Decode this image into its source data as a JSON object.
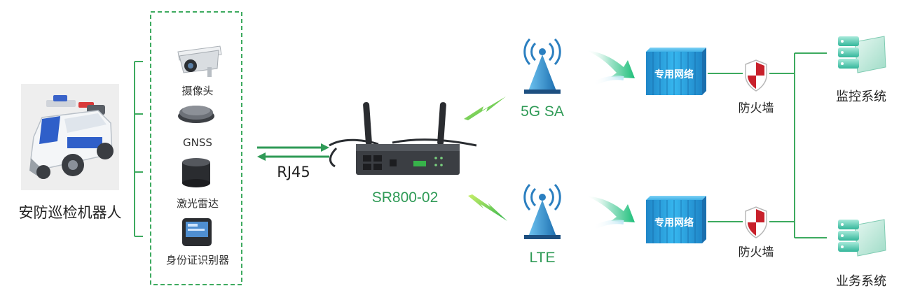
{
  "robot": {
    "label": "安防巡检机器人"
  },
  "devices": [
    {
      "label": "摄像头",
      "icon": "camera-icon"
    },
    {
      "label": "GNSS",
      "icon": "gnss-antenna-icon"
    },
    {
      "label": "激光雷达",
      "icon": "lidar-icon"
    },
    {
      "label": "身份证识别器",
      "icon": "id-card-reader-icon"
    }
  ],
  "link": {
    "label": "RJ45"
  },
  "router": {
    "model": "SR800-02"
  },
  "networks": [
    {
      "label": "5G SA",
      "icon": "cell-tower-icon"
    },
    {
      "label": "LTE",
      "icon": "cell-tower-icon"
    }
  ],
  "private_network": [
    {
      "label": "专用网络"
    },
    {
      "label": "专用网络"
    }
  ],
  "firewalls": [
    {
      "label": "防火墙",
      "icon": "shield-icon"
    },
    {
      "label": "防火墙",
      "icon": "shield-icon"
    }
  ],
  "systems": [
    {
      "label": "监控系统",
      "icon": "server-monitor-icon"
    },
    {
      "label": "业务系统",
      "icon": "server-monitor-icon"
    }
  ],
  "colors": {
    "accent_green": "#2f9a56",
    "bracket_green": "#3daa5f",
    "network_blue": "#2b9ed8",
    "shield_red": "#c8202b"
  }
}
